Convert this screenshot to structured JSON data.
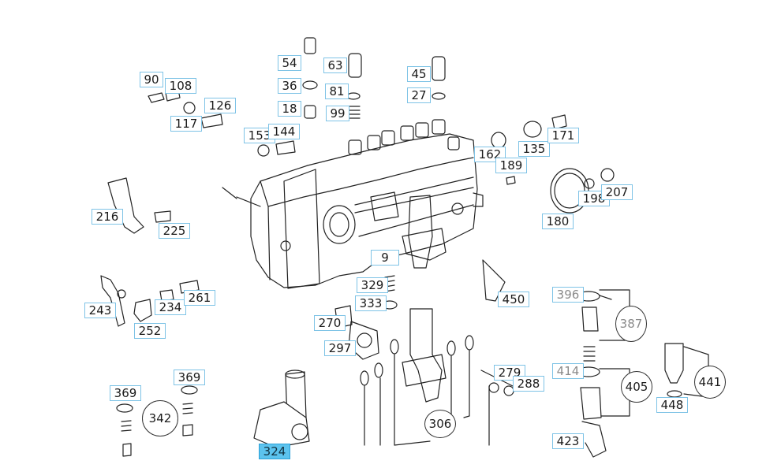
{
  "labels": {
    "l54": "54",
    "l63": "63",
    "l36": "36",
    "l81": "81",
    "l18": "18",
    "l99": "99",
    "l45": "45",
    "l27": "27",
    "l90": "90",
    "l108": "108",
    "l126": "126",
    "l117": "117",
    "l153": "153",
    "l144": "144",
    "l162": "162",
    "l135": "135",
    "l171": "171",
    "l189": "189",
    "l216": "216",
    "l225": "225",
    "l198": "198",
    "l207": "207",
    "l180": "180",
    "l9": "9",
    "l329": "329",
    "l333": "333",
    "l243": "243",
    "l234": "234",
    "l261": "261",
    "l252": "252",
    "l450": "450",
    "l396": "396",
    "l270": "270",
    "l297": "297",
    "l414": "414",
    "l279": "279",
    "l288": "288",
    "l369a": "369",
    "l369b": "369",
    "l448": "448",
    "l423": "423",
    "l324": "324"
  },
  "circles": {
    "c387": "387",
    "c405": "405",
    "c441": "441",
    "c342": "342",
    "c306": "306"
  },
  "colors": {
    "label_border": "#7ec3e6",
    "highlight_fill": "#5cc3ee",
    "grey_text": "#8a8a8a",
    "line": "#222222"
  }
}
